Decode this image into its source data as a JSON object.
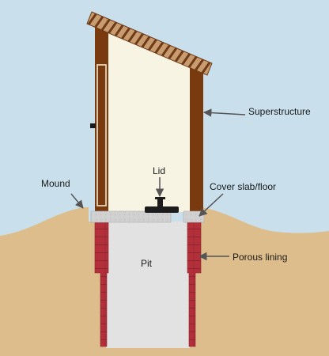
{
  "labels": {
    "superstructure": "Superstructure",
    "mound": "Mound",
    "lid": "Lid",
    "cover_slab": "Cover slab/floor",
    "pit": "Pit",
    "porous_lining": "Porous lining"
  },
  "colors": {
    "sky": "#c9e0ec",
    "ground": "#dcbd8b",
    "wall_wood": "#7a3a10",
    "wall_inner": "#f8f4e4",
    "roof": "#c89c6e",
    "roof_stripe": "#6e3a18",
    "slab": "#cfd0cf",
    "pit_fill": "#e2e2e2",
    "lining": "#b3303a",
    "lid": "#1c1c1c",
    "arrow": "#555555"
  }
}
